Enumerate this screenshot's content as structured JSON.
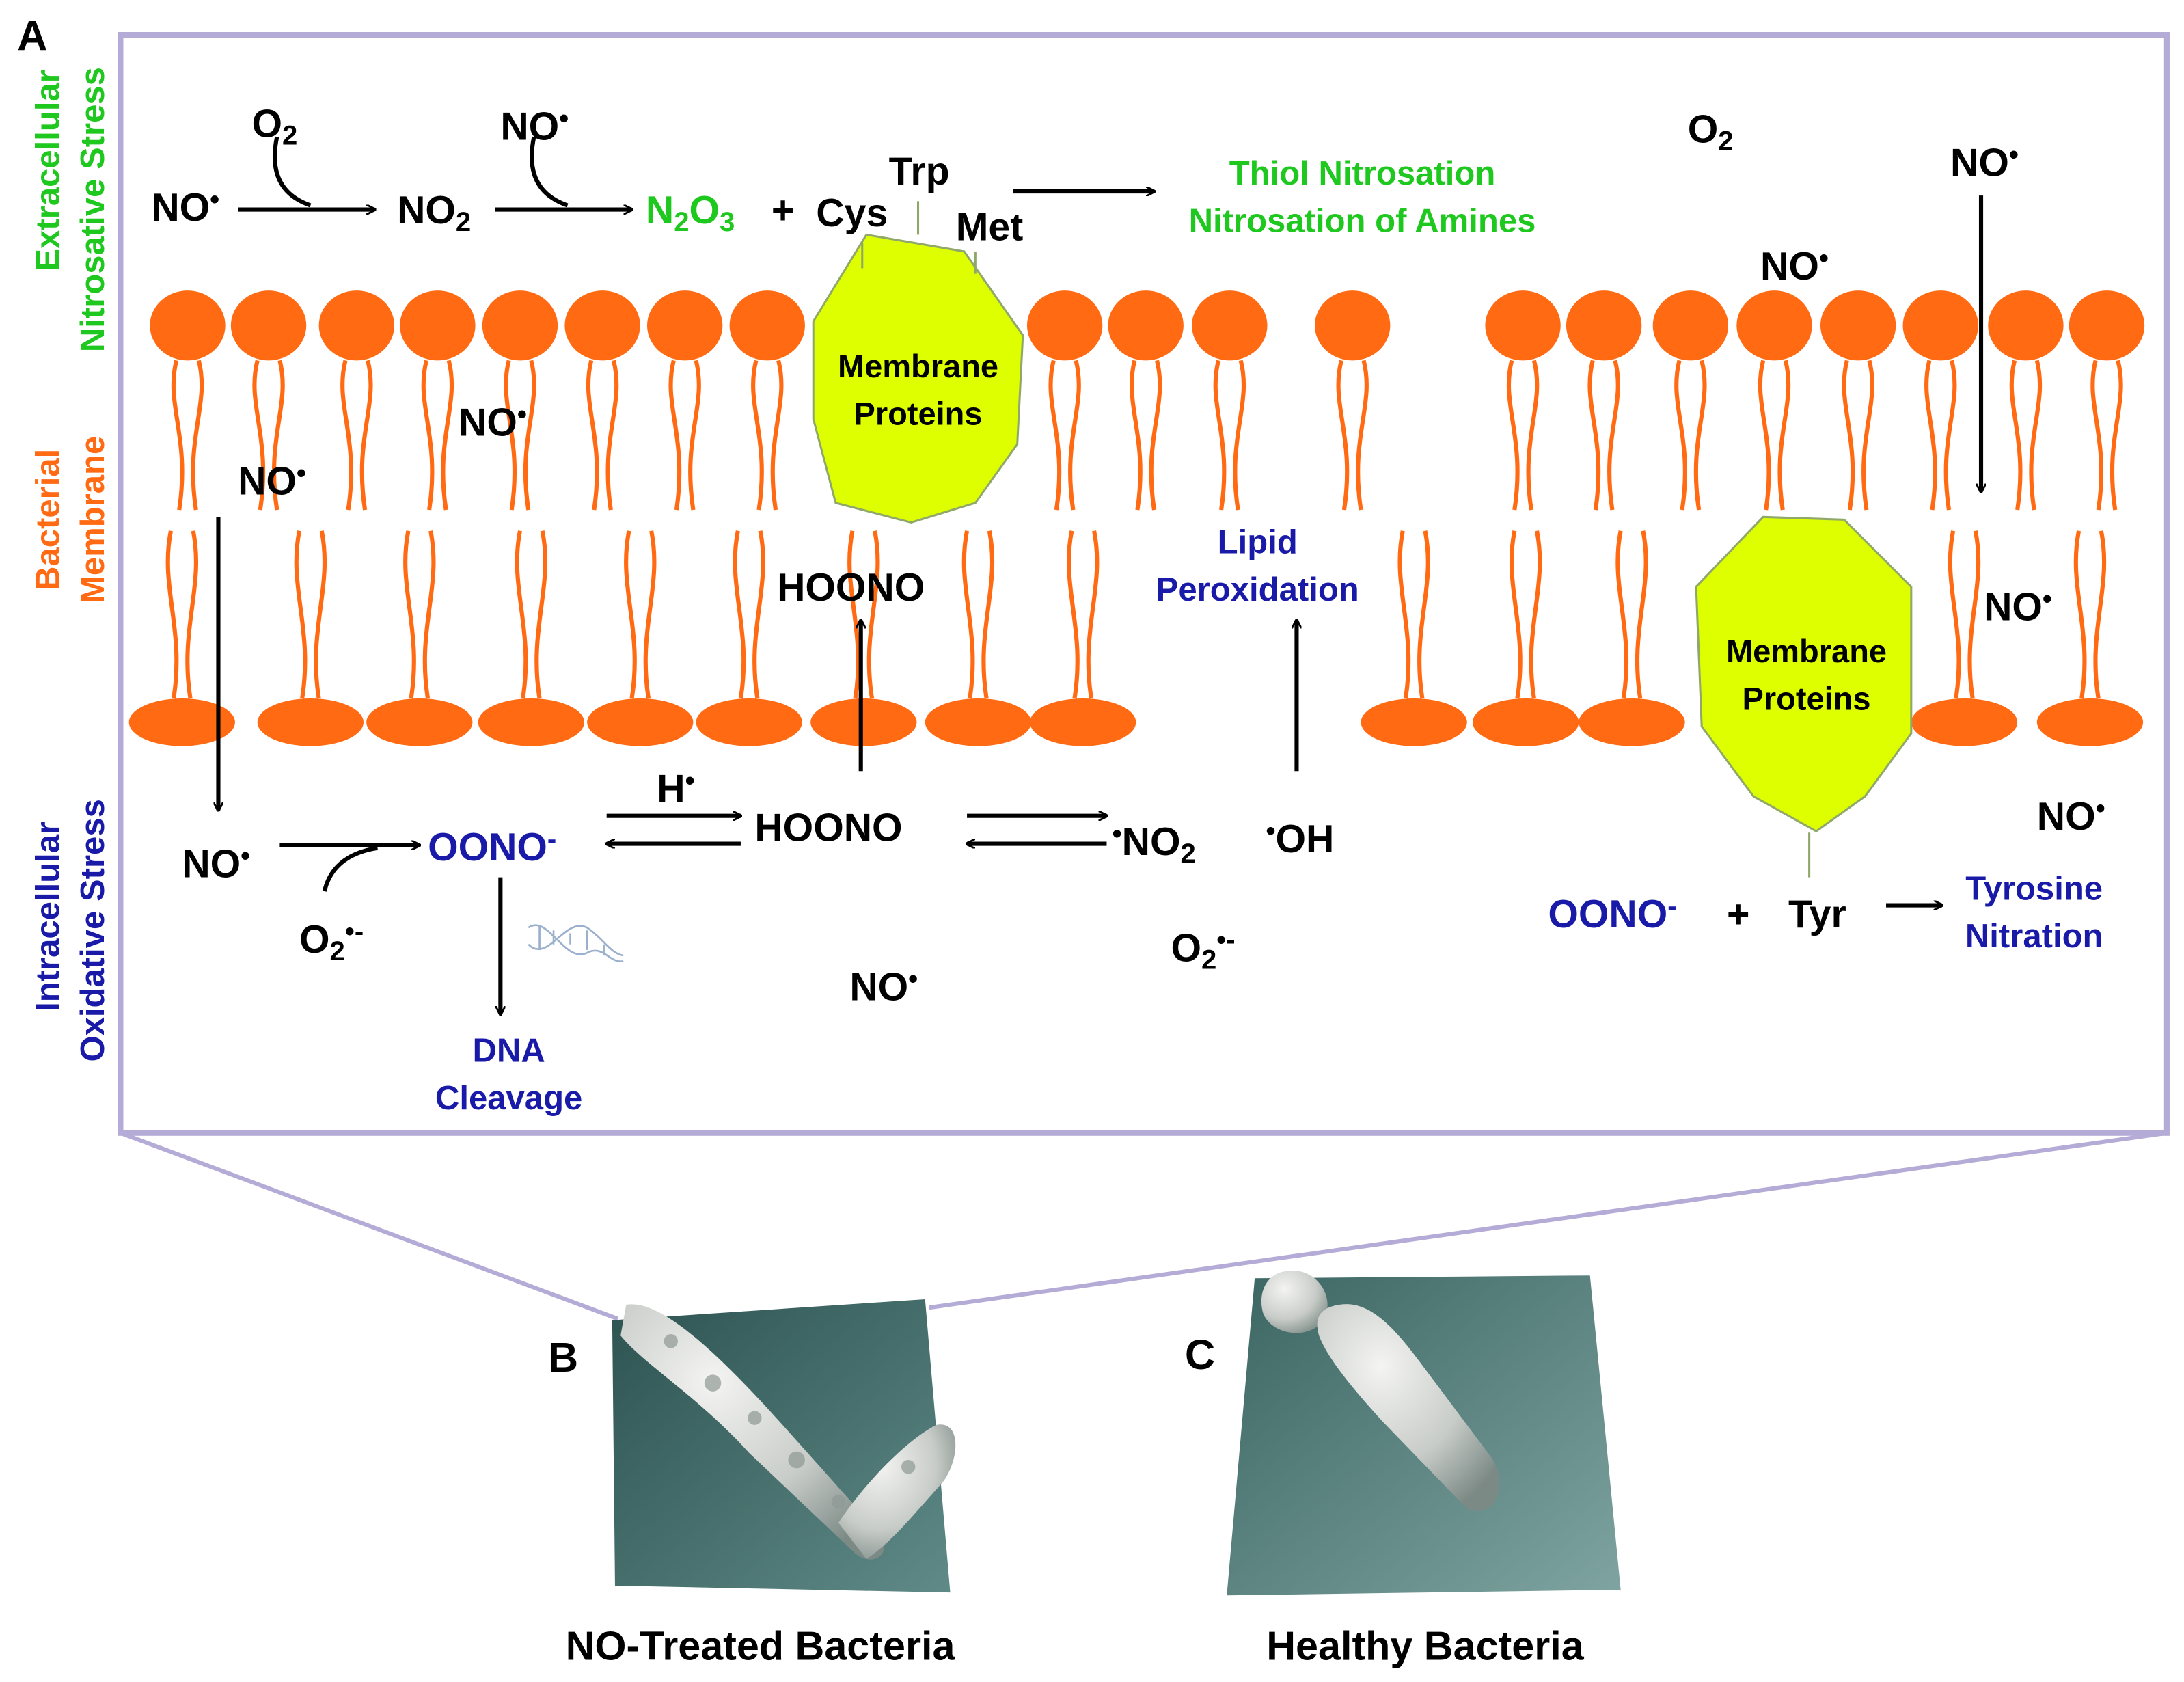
{
  "panels": {
    "a": "A",
    "b": "B",
    "c": "C"
  },
  "side_labels": {
    "extracellular": [
      "Extracellular",
      "Nitrosative Stress"
    ],
    "membrane": [
      "Bacterial",
      "Membrane"
    ],
    "intracellular": [
      "Intracellular",
      "Oxidative Stress"
    ]
  },
  "species": {
    "no": "NO",
    "o2": "O",
    "no2": "NO",
    "n2o3_n": "N",
    "n2o3_o": "O",
    "cys": "Cys",
    "trp": "Trp",
    "met": "Met",
    "plus": "+",
    "hoono": "HOONO",
    "oono": "OONO",
    "h": "H",
    "oh": "OH",
    "tyr": "Tyr",
    "sub2": "2",
    "sub3": "3",
    "minus": "-",
    "radical": "•",
    "superoxide_charge": "•-"
  },
  "outcomes": {
    "thiol": "Thiol Nitrosation",
    "amines": "Nitrosation of Amines",
    "lipid": [
      "Lipid",
      "Peroxidation"
    ],
    "dna": [
      "DNA",
      "Cleavage"
    ],
    "tyrosine": [
      "Tyrosine",
      "Nitration"
    ]
  },
  "proteins": [
    "Membrane",
    "Proteins"
  ],
  "captions": {
    "treated": "NO-Treated Bacteria",
    "healthy": "Healthy Bacteria"
  },
  "colors": {
    "green": "#1ec81e",
    "orange": "#ff6a13",
    "blue": "#1a1aa8",
    "black": "#000000",
    "protein": "#ddff00",
    "frame": "#b4acd6",
    "micrograph": "#3d6866"
  }
}
